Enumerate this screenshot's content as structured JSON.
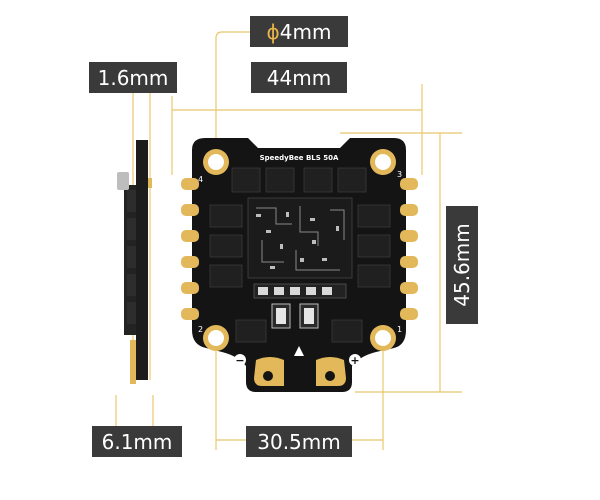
{
  "colors": {
    "dimension_line": "#e8c76a",
    "label_bg": "#3a3a3a",
    "label_text": "#ffffff",
    "phi_symbol": "#e8b34a",
    "pcb": "#141414",
    "gold": "#e2b85a",
    "silkscreen": "#ffffff"
  },
  "dimensions": {
    "hole_diameter": {
      "symbol": "ϕ",
      "value": "4mm"
    },
    "pcb_thickness": "1.6mm",
    "board_width": "44mm",
    "board_height": "45.6mm",
    "side_thickness": "6.1mm",
    "mount_spacing": "30.5mm"
  },
  "board": {
    "model_name": "SpeedyBee BLS 50A",
    "corner_numbers": [
      "4",
      "3",
      "2",
      "1"
    ],
    "power_minus": "−",
    "power_plus": "+"
  }
}
